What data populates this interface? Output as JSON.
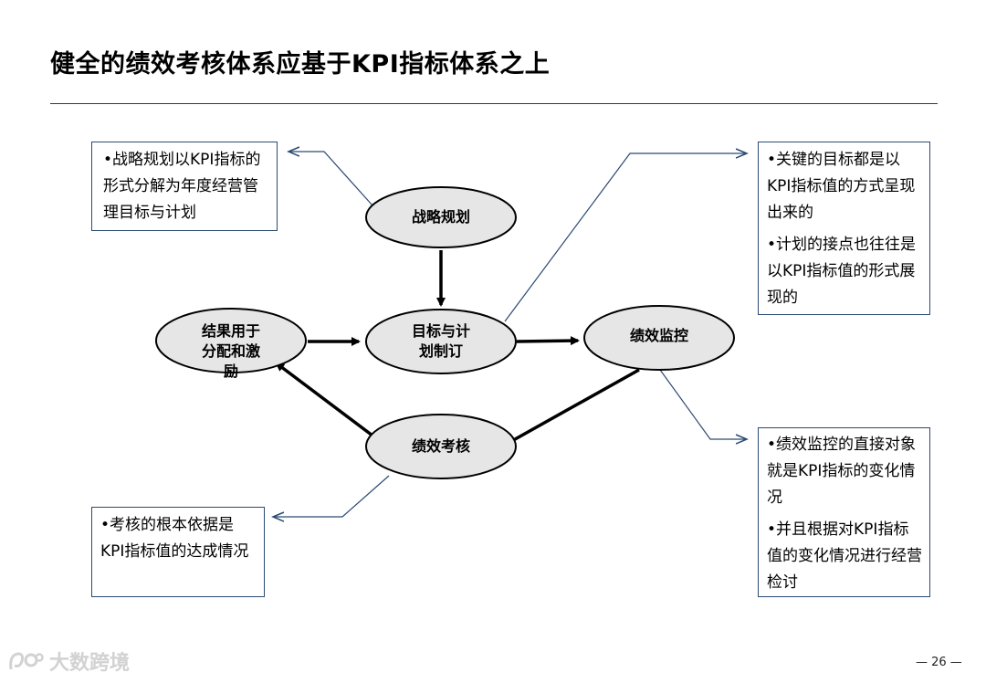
{
  "title": "健全的绩效考核体系应基于KPI指标体系之上",
  "nodes": {
    "strategy": "战略规划",
    "goals_line1": "目标与计",
    "goals_line2": "划制订",
    "monitoring": "绩效监控",
    "assessment": "绩效考核",
    "results_line1": "结果用于",
    "results_line2": "分配和激",
    "results_line3": "励"
  },
  "notes": {
    "strategy": "•战略规划以KPI指标的形式分解为年度经营管理目标与计划",
    "goals_1": "•关键的目标都是以KPI指标值的方式呈现出来的",
    "goals_2": "•计划的接点也往往是以KPI指标值的形式展现的",
    "monitoring_1": "•绩效监控的直接对象就是KPI指标的变化情况",
    "monitoring_2": "•并且根据对KPI指标值的变化情况进行经营检讨",
    "assessment": "•考核的根本依据是KPI指标值的达成情况"
  },
  "footer": {
    "watermark": "大数跨境",
    "page_number": "— 26 —"
  },
  "colors": {
    "ellipse_fill": "#e6e6e6",
    "box_border": "#2b4a72",
    "connector": "#2b4a72",
    "arrow": "#000000"
  }
}
